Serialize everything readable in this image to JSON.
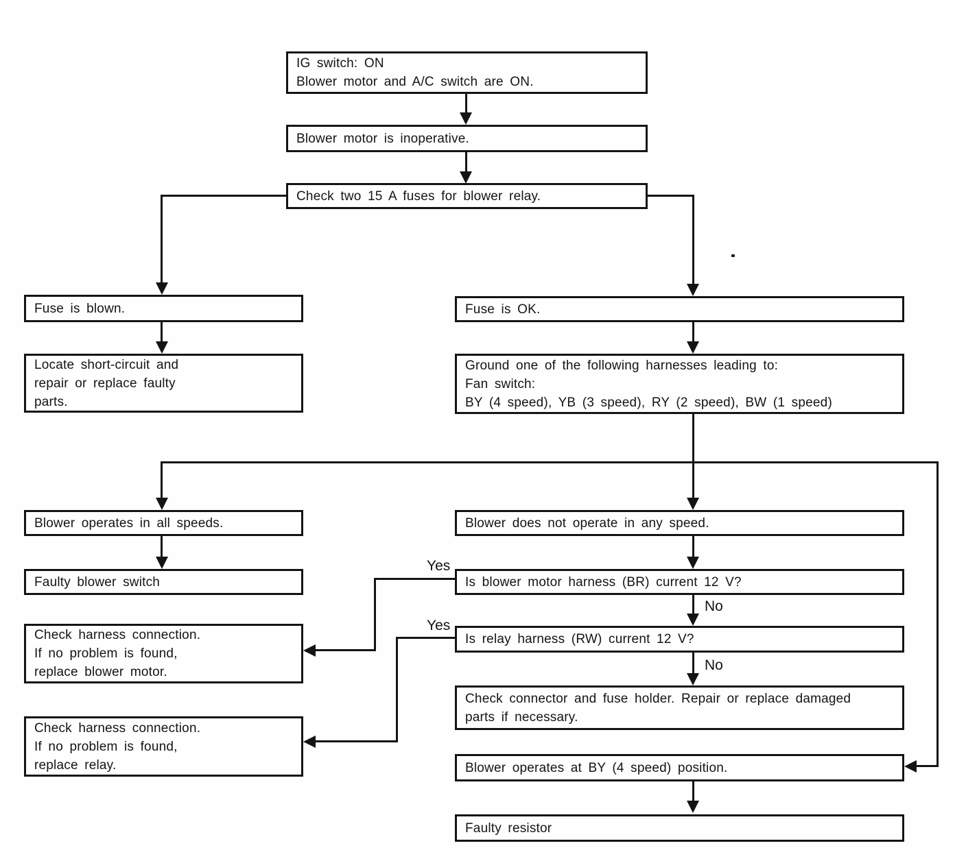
{
  "nodes": {
    "start": {
      "lines": [
        "IG switch: ON",
        "Blower motor and A/C switch are ON."
      ]
    },
    "inoperative": {
      "lines": [
        "Blower motor is inoperative."
      ]
    },
    "check_fuses": {
      "lines": [
        "Check two 15 A fuses for blower relay."
      ]
    },
    "fuse_blown": {
      "lines": [
        "Fuse is blown."
      ]
    },
    "locate_short": {
      "lines": [
        "Locate short-circuit and",
        "repair or replace faulty",
        "parts."
      ]
    },
    "fuse_ok": {
      "lines": [
        "Fuse is OK."
      ]
    },
    "ground_harness": {
      "lines": [
        "Ground one of the following harnesses leading to:",
        "Fan switch:",
        "BY (4 speed), YB (3 speed), RY (2 speed), BW (1 speed)"
      ]
    },
    "all_speeds": {
      "lines": [
        "Blower operates in all speeds."
      ]
    },
    "faulty_switch": {
      "lines": [
        "Faulty blower switch"
      ]
    },
    "check_motor": {
      "lines": [
        "Check harness connection.",
        "If no problem is found,",
        "replace blower motor."
      ]
    },
    "check_relay": {
      "lines": [
        "Check harness connection.",
        "If no problem is found,",
        "replace relay."
      ]
    },
    "no_speed": {
      "lines": [
        "Blower does not operate in any speed."
      ]
    },
    "motor_harness": {
      "lines": [
        "Is blower motor harness (BR) current 12 V?"
      ]
    },
    "relay_harness": {
      "lines": [
        "Is relay harness (RW) current 12 V?"
      ]
    },
    "check_connector": {
      "lines": [
        "Check connector and fuse holder. Repair or replace damaged",
        "parts if necessary."
      ]
    },
    "by_position": {
      "lines": [
        "Blower operates at BY (4 speed) position."
      ]
    },
    "faulty_resistor": {
      "lines": [
        "Faulty resistor"
      ]
    }
  },
  "labels": {
    "yes_motor": "Yes",
    "yes_relay": "Yes",
    "no_motor": "No",
    "no_relay": "No"
  },
  "colors": {
    "line": "#141414",
    "background": "#fefefe",
    "text": "#141414"
  }
}
